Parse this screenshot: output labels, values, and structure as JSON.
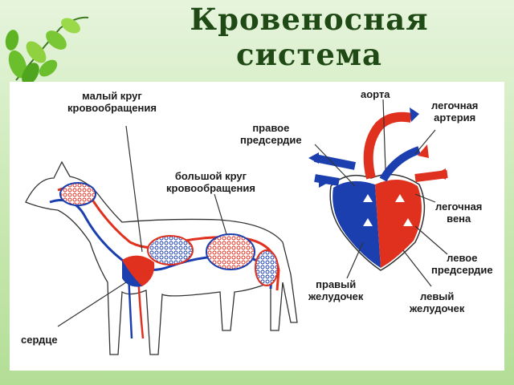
{
  "title_line1": "Кровеносная",
  "title_line2": "система",
  "labels": {
    "small_circle_1": "малый круг",
    "small_circle_2": "кровообращения",
    "aorta": "аорта",
    "pulm_artery_1": "легочная",
    "pulm_artery_2": "артерия",
    "right_atrium_1": "правое",
    "right_atrium_2": "предсердие",
    "big_circle_1": "большой круг",
    "big_circle_2": "кровообращения",
    "pulm_vein_1": "легочная",
    "pulm_vein_2": "вена",
    "left_atrium_1": "левое",
    "left_atrium_2": "предсердие",
    "right_ventricle_1": "правый",
    "right_ventricle_2": "желудочек",
    "left_ventricle_1": "левый",
    "left_ventricle_2": "желудочек",
    "heart": "сердце"
  },
  "colors": {
    "arterial": "#e0301e",
    "venous": "#1c3fb0",
    "outline": "#333333",
    "title": "#1f4a15"
  },
  "icons": [
    "leaf-icon"
  ]
}
